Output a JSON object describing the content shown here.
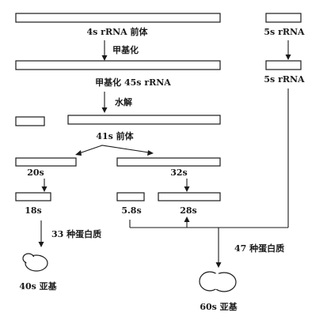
{
  "labels": {
    "precursor_4s": "4s rRNA 前体",
    "methylation": "甲基化",
    "methylated_45s": "甲基化 45s rRNA",
    "hydrolysis": "水解",
    "precursor_41s": "41s  前体",
    "s20": "20s",
    "s32": "32s",
    "s18": "18s",
    "s5_8": "5.8s",
    "s28": "28s",
    "proteins_33": "33 种蛋白质",
    "proteins_47": "47 种蛋白质",
    "subunit_40s": "40s 亚基",
    "subunit_60s": "60s 亚基",
    "rrna_5s_top": "5s  rRNA",
    "rrna_5s_mid": "5s  rRNA"
  }
}
